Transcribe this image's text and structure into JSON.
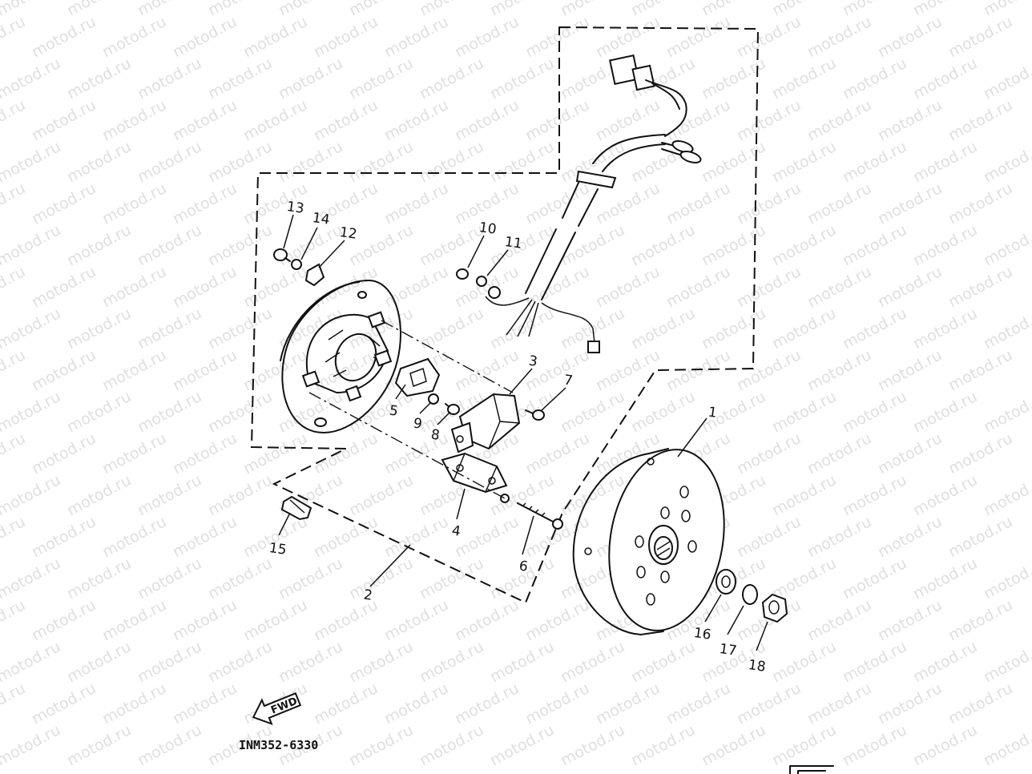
{
  "watermark": "motod.ru",
  "diagram_code": "INM352-6330",
  "fwd_label": "FWD",
  "callouts": {
    "c1": "1",
    "c2": "2",
    "c3": "3",
    "c4": "4",
    "c5": "5",
    "c6": "6",
    "c7": "7",
    "c8": "8",
    "c9": "9",
    "c10": "10",
    "c11": "11",
    "c12": "12",
    "c13": "13",
    "c14": "14",
    "c15": "15",
    "c16": "16",
    "c17": "17",
    "c18": "18"
  }
}
